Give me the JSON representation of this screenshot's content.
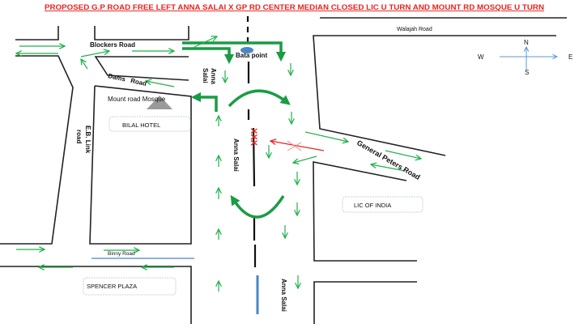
{
  "title": "PROPOSED G.P ROAD FREE LEFT ANNA SALAI X GP RD CENTER MEDIAN CLOSED  LIC U TURN AND MOUNT RD MOSQUE U TURN",
  "roads": {
    "walajah": "Walajah Road",
    "blockers": "Blockers Road",
    "dams": "Dams   Road",
    "eb_link_1": "E.B. Link",
    "eb_link_2": "road",
    "anna_salai_top_1": "Anna",
    "anna_salai_top_2": "Salai",
    "anna_salai_mid": "Anna Salai",
    "anna_salai_bottom": "Anna Salai",
    "general_peters": "General Peters Road",
    "binny": "Binny Road"
  },
  "landmarks": {
    "bata_point": "Bata point",
    "mosque": "Mount road Mosque",
    "bilal_hotel": "BILAL HOTEL",
    "lic": "LIC OF INDIA",
    "spencer": "SPENCER PLAZA"
  },
  "compass": {
    "n": "N",
    "s": "S",
    "w": "W",
    "e": "E"
  },
  "colors": {
    "arrow": "#22b14c",
    "closed": "#e8231f",
    "compass": "#5b9bd5",
    "bata": "#4a86c8"
  }
}
